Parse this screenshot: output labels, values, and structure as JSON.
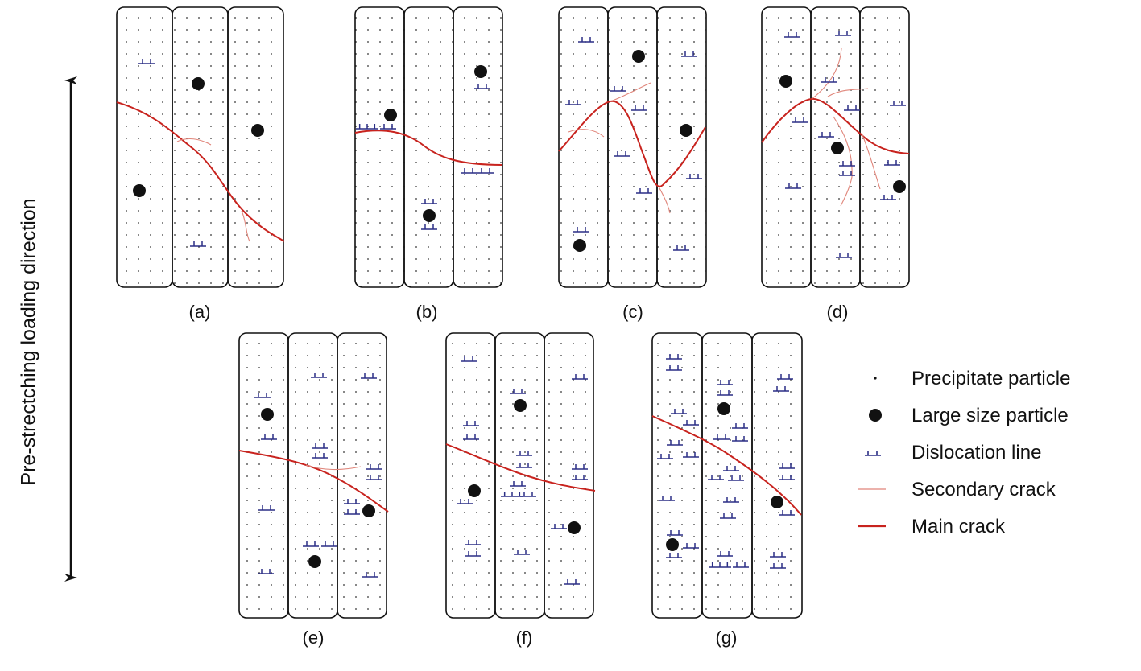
{
  "axis_label": "Pre-strectching loading direction",
  "panels": [
    {
      "label": "(a)"
    },
    {
      "label": "(b)"
    },
    {
      "label": "(c)"
    },
    {
      "label": "(d)"
    },
    {
      "label": "(e)"
    },
    {
      "label": "(f)"
    },
    {
      "label": "(g)"
    }
  ],
  "legend": [
    {
      "label": "Precipitate particle",
      "symbol": "dot"
    },
    {
      "label": "Large size particle",
      "symbol": "large-dot"
    },
    {
      "label": "Dislocation line",
      "symbol": "dislocation"
    },
    {
      "label": "Secondary crack",
      "symbol": "thin-line"
    },
    {
      "label": "Main crack",
      "symbol": "thick-line"
    }
  ],
  "colors": {
    "main_crack": "#c8231e",
    "secondary_crack": "#e0857a",
    "dislocation": "#2b2f86",
    "particle": "#111111"
  }
}
